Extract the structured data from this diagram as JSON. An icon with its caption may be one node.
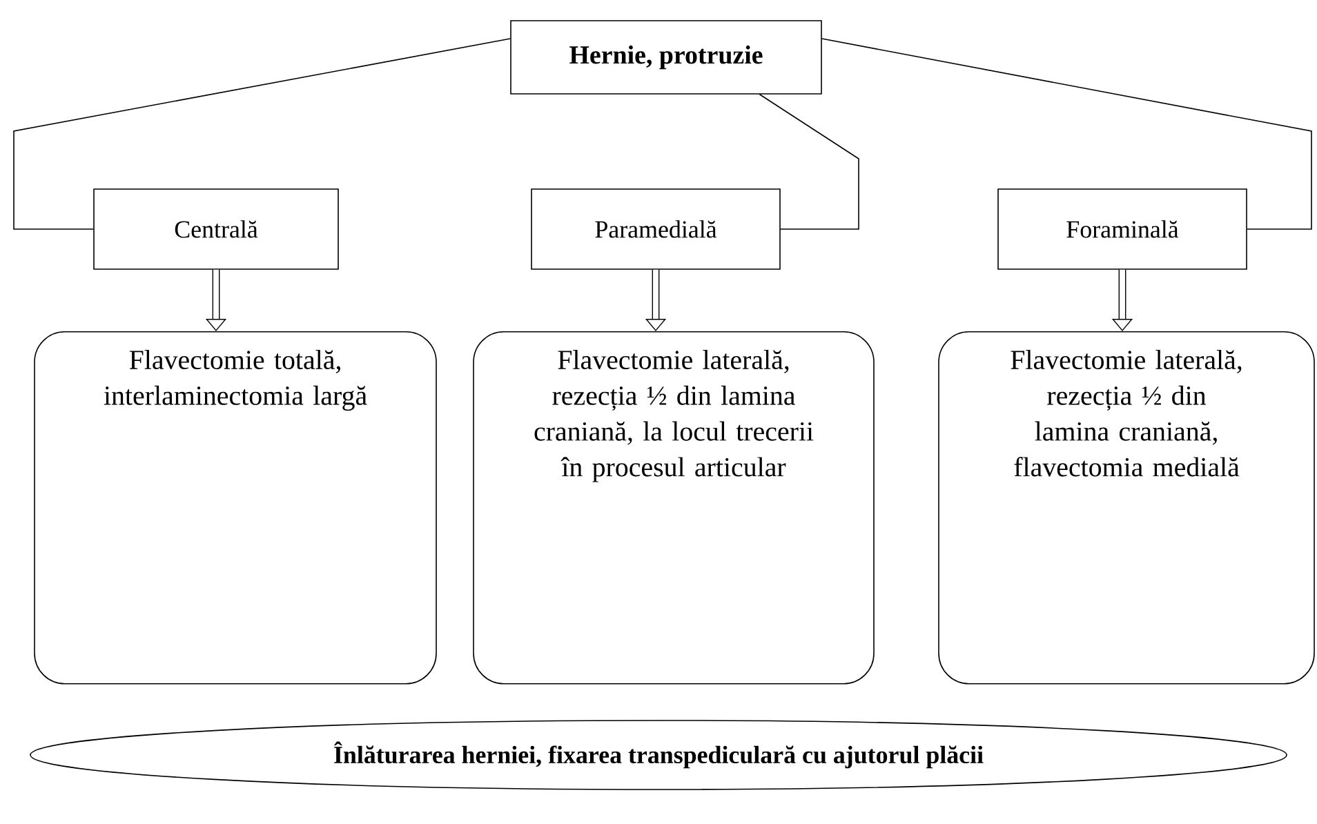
{
  "diagram": {
    "nodes": [
      {
        "text": [
          "Hernie, protruzie"
        ]
      },
      {
        "text": [
          "Centrală"
        ]
      },
      {
        "text": [
          "Paramedială"
        ]
      },
      {
        "text": [
          "Foraminală"
        ]
      },
      {
        "text": [
          "Flavectomie totală, interlaminectomia largă"
        ]
      },
      {
        "text": [
          "Flavectomie laterală, rezecția ½ din lamina craniană, la locul trecerii în procesul articular"
        ]
      },
      {
        "text": [
          "Flavectomie laterală, rezecția ½ din lamina craniană, flavectomia medială"
        ]
      },
      {
        "text": [
          "Înlăturarea herniei, fixarea transpediculară cu ajutorul plăcii"
        ]
      }
    ],
    "edges": [
      {
        "from": 0,
        "to": 1,
        "arrow": "none"
      },
      {
        "from": 0,
        "to": 2,
        "arrow": "none"
      },
      {
        "from": 0,
        "to": 3,
        "arrow": "none"
      },
      {
        "from": 1,
        "to": 4,
        "arrow": "to",
        "style": "thick"
      },
      {
        "from": 2,
        "to": 5,
        "arrow": "to",
        "style": "thick"
      },
      {
        "from": 3,
        "to": 6,
        "arrow": "to",
        "style": "thick"
      }
    ]
  }
}
